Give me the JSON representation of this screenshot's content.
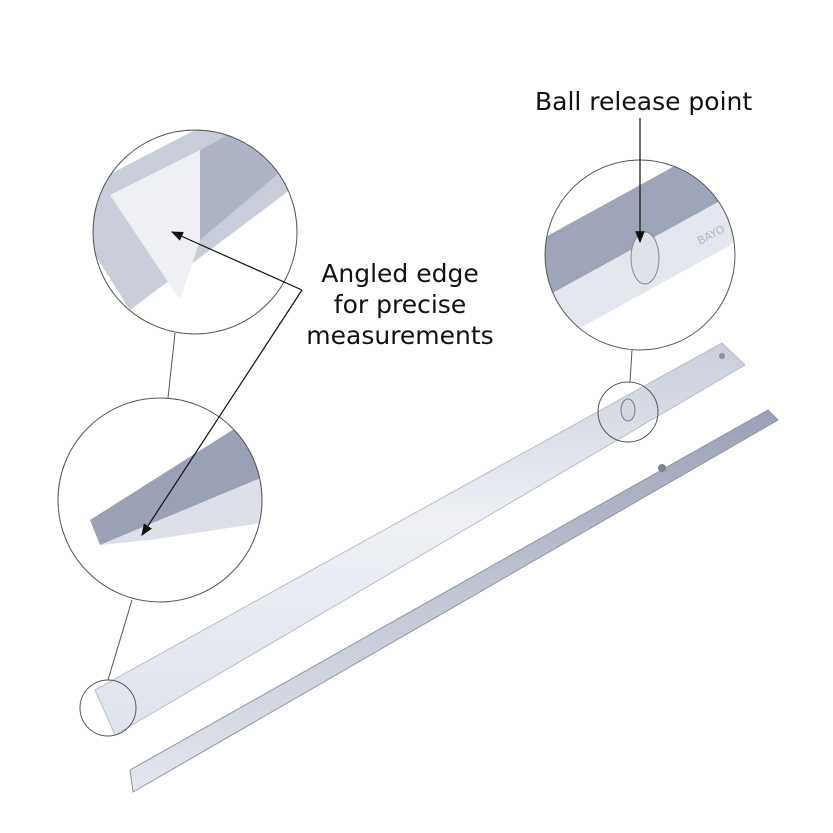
{
  "callouts": {
    "ball_release": "Ball release point",
    "angled_edge": [
      "Angled edge",
      "for precise",
      "measurements"
    ]
  },
  "product": {
    "brand_stamp": "BAYO"
  },
  "colors": {
    "rule_light": "#dfe3ec",
    "rule_mid": "#a9b0c4",
    "rule_dark": "#8e95a8",
    "line": "#333333"
  }
}
